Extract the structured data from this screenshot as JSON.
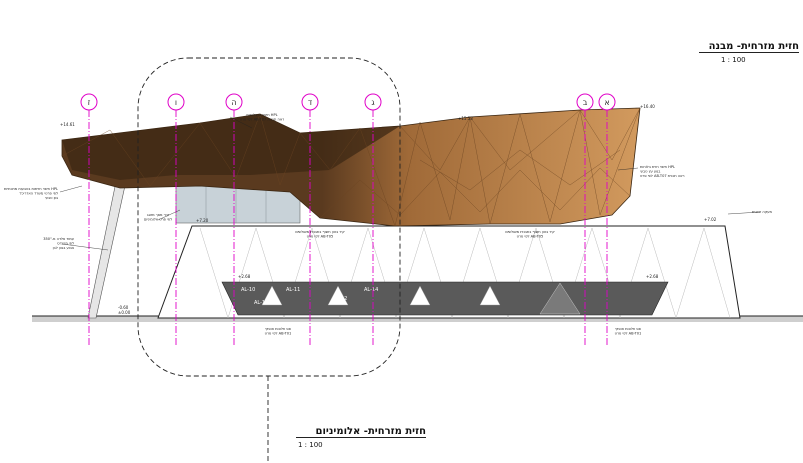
{
  "titles": {
    "building": {
      "text": "חזית מזרחית- מבנה",
      "scale": "1 : 100"
    },
    "aluminum": {
      "text": "חזית מזרחית- אלומיניום",
      "scale": "1 : 100"
    }
  },
  "grid_axes": [
    "ז",
    "ו",
    "ה",
    "ד",
    "ג",
    "ב",
    "א"
  ],
  "level_marks": [
    "+16.40",
    "+14.61",
    "+15.53",
    "+7.20",
    "+7.02",
    "+2.68",
    "+2.68",
    "-0.60",
    "±0.00"
  ],
  "window_labels": [
    "AL-10",
    "AL-11",
    "AL-13",
    "AL-12",
    "AL-14"
  ],
  "notes": {
    "left_upper": "חיפוי חזיתות בטבעות מתכתיות HPL\nלפי פרטי משרד האדריכל\nגוון טבעי",
    "left_mid": "עמוד פלדה מ-\"350\nלפי מהנדס\nצבוע בגוון לבן",
    "roof_top": "חיפוי גג בלוחות HPL\nלפי פרט AB-T07 ראה תכנית",
    "glass": "קיר מסך מזוגג\nלפי פרט אלומיניום",
    "panel_mid": "קיר בטון חשוף בתבנית משולשים\nלפי פרט AB-T05",
    "panel_right": "קיר בטון חשוף בתבנית משולשים\nלפי פרט AB-T05",
    "right_roof": "חיפוי חזית בלוחות HPL\nבגוון עץ טבעי\nלפי פרט AB-T07 ראה תכנית",
    "right_edge": "מעקה זכוכית",
    "band_left": "פס חלונות אופקי\nלפי פרט AB-T01",
    "band_right": "פס חלונות אופקי\nלפי פרט AB-T01"
  },
  "colors": {
    "cladding_dark": "#5a3a1f",
    "cladding_mid": "#a06a38",
    "cladding_light": "#d29a5e",
    "window_band": "#5a5a5a",
    "glass": "#c8d2d8",
    "grid_line": "#e000c8"
  }
}
